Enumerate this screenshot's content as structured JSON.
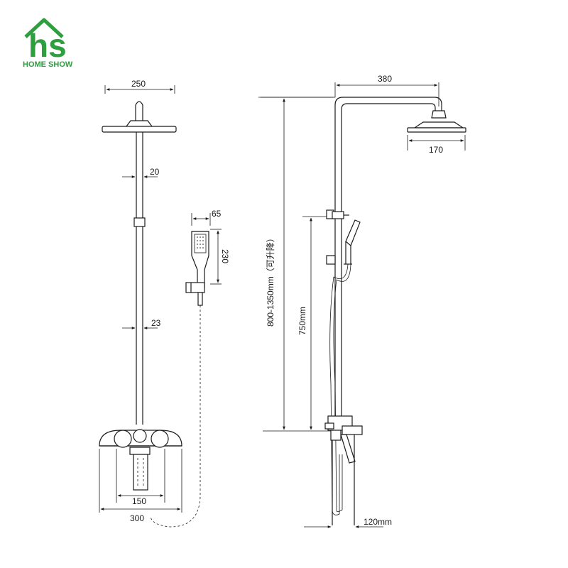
{
  "brand": {
    "mark": "hs",
    "name": "HOME SHOW",
    "color": "#2e9e3f"
  },
  "front_view": {
    "dims": {
      "head_width": "250",
      "pipe_upper": "20",
      "pipe_lower": "23",
      "spout_width": "150",
      "valve_width": "300"
    }
  },
  "hand_shower": {
    "dims": {
      "width": "65",
      "length": "230"
    }
  },
  "side_view": {
    "dims": {
      "arm_length": "380",
      "head_diameter": "170",
      "total_height": "800-1350mm（可升降）",
      "slide_height": "750mm",
      "wall_offset": "120mm"
    }
  }
}
